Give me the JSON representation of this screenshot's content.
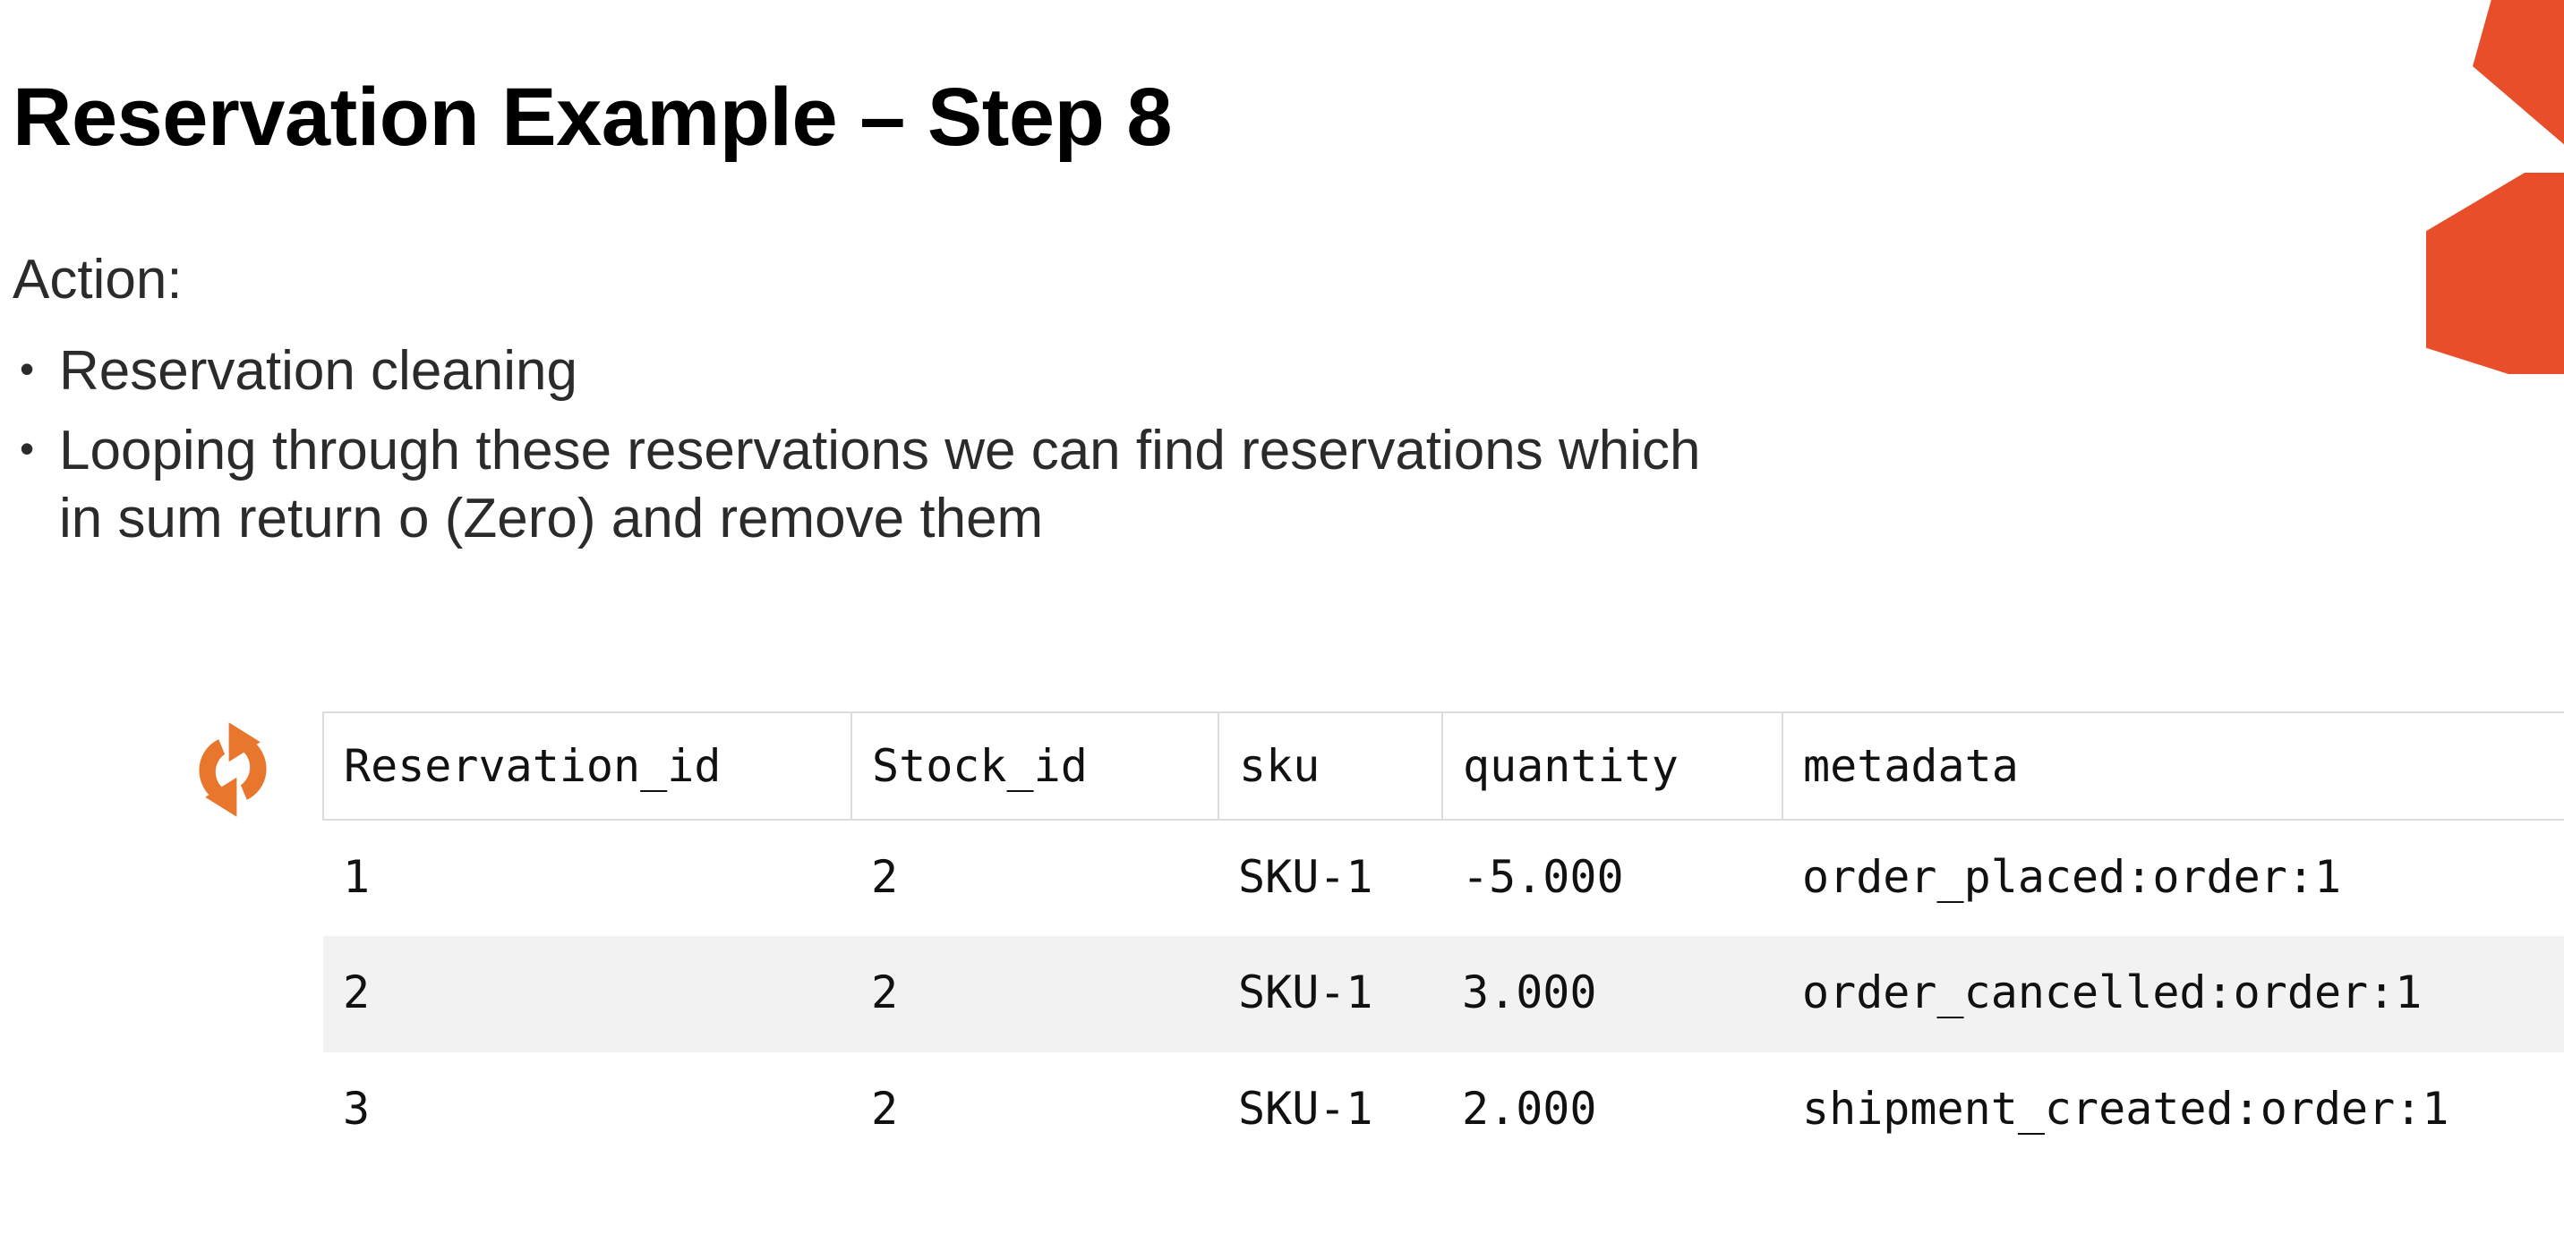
{
  "theme": {
    "brand_orange": "#E94E2A",
    "icon_orange": "#E8762C",
    "zebra_row_bg": "#F2F2F2",
    "table_border": "#DCDCDC",
    "text_color": "#2B2B2B"
  },
  "slide": {
    "title": "Reservation Example – Step 8",
    "lead": "Action:",
    "bullets": [
      {
        "lines": [
          "Reservation cleaning"
        ]
      },
      {
        "lines": [
          "Looping through these reservations we can find reservations which",
          "in sum return o (Zero) and remove them"
        ]
      }
    ],
    "bullet_marker": "•"
  },
  "icons": {
    "refresh": "refresh-icon"
  },
  "table": {
    "columns": [
      "Reservation_id",
      "Stock_id",
      "sku",
      "quantity",
      "metadata"
    ],
    "rows": [
      {
        "Reservation_id": "1",
        "Stock_id": "2",
        "sku": "SKU-1",
        "quantity": "-5.000",
        "metadata": "order_placed:order:1"
      },
      {
        "Reservation_id": "2",
        "Stock_id": "2",
        "sku": "SKU-1",
        "quantity": "3.000",
        "metadata": "order_cancelled:order:1"
      },
      {
        "Reservation_id": "3",
        "Stock_id": "2",
        "sku": "SKU-1",
        "quantity": "2.000",
        "metadata": "shipment_created:order:1"
      }
    ]
  }
}
